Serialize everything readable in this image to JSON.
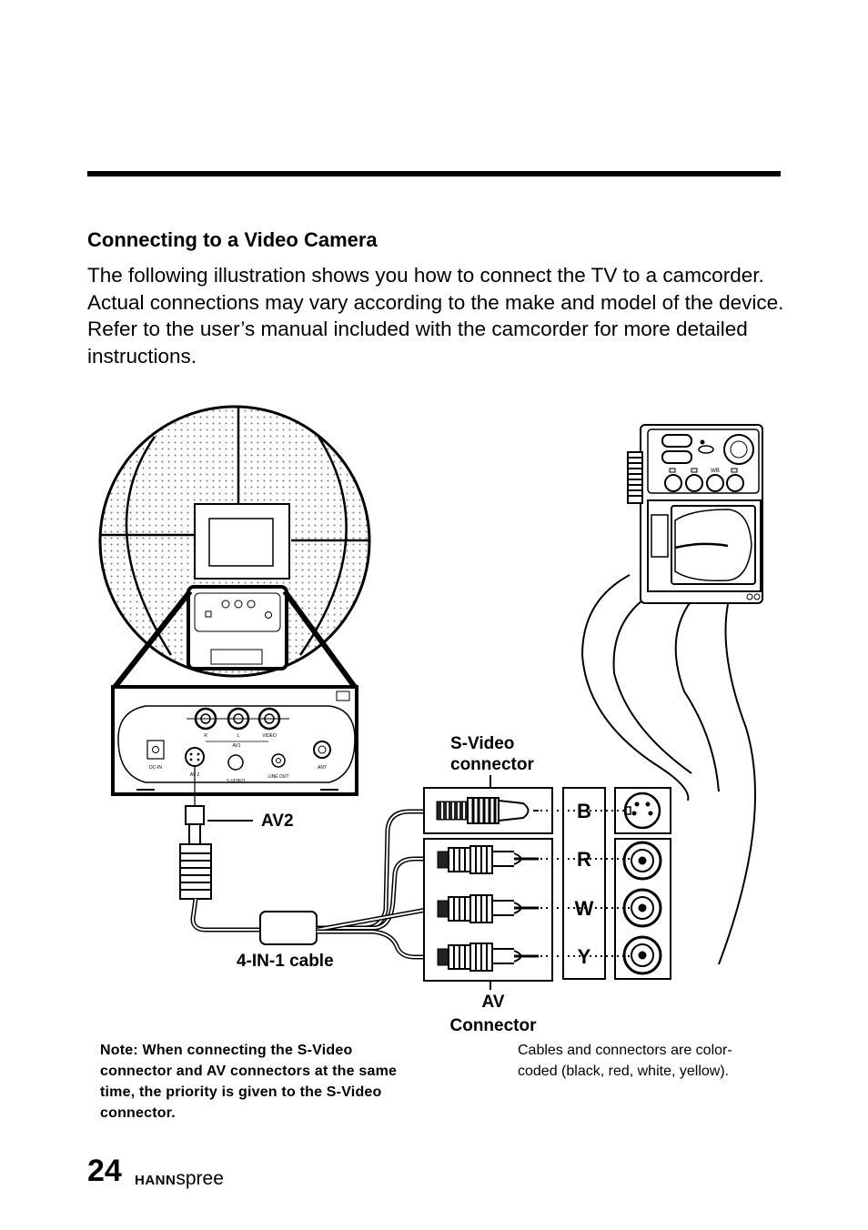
{
  "section_title": "Connecting to a Video Camera",
  "intro_text": "The following illustration shows you how to connect the TV to a camcorder. Actual connections may vary according to the make and model of the device. Refer to the user’s manual included with the camcorder for more detailed instructions.",
  "diagram": {
    "svideo_label_line1": "S-Video",
    "svideo_label_line2": "connector",
    "av2_label": "AV2",
    "cable_label": "4-IN-1 cable",
    "av_connector_line1": "AV",
    "av_connector_line2": "Connector",
    "color_codes": [
      "B",
      "R",
      "W",
      "Y"
    ],
    "panel_labels": {
      "r": "R",
      "l": "L",
      "video": "VIDEO",
      "av1": "AV1",
      "dc_in": "DC-IN",
      "av2": "AV 2",
      "svideo": "S-VIDEO",
      "line_out": "LINE OUT",
      "ant": "ANT"
    },
    "camcorder_wb": "WB"
  },
  "note": "Note: When connecting the S-Video connector and AV connectors at the same time, the priority is given to the S-Video connector.",
  "caption": "Cables and connectors are color-coded (black, red, white, yellow).",
  "page_number": "24",
  "brand_bold": "HANN",
  "brand_light": "spree"
}
